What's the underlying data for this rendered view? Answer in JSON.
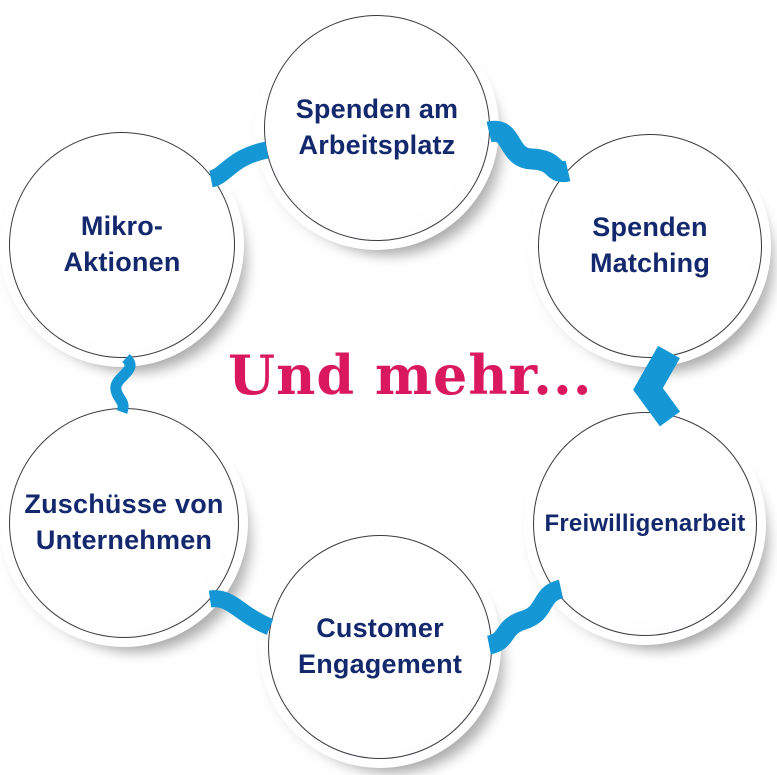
{
  "title": "Und mehr...",
  "colors": {
    "connector_blue": "#1497d4",
    "label_navy": "#14286e",
    "title_pink": "#da185f",
    "circle_fill": "#ffffff",
    "circle_outline": "#1c1c26"
  },
  "circles": [
    {
      "id": "spenden-am-arbeitsplatz",
      "label": "Spenden am\nArbeitsplatz"
    },
    {
      "id": "spenden-matching",
      "label": "Spenden\nMatching"
    },
    {
      "id": "freiwilligenarbeit",
      "label": "Freiwilligenarbeit"
    },
    {
      "id": "customer-engagement",
      "label": "Customer\nEngagement"
    },
    {
      "id": "zuschuesse-von-unternehmen",
      "label": "Zuschüsse von\nUnternehmen"
    },
    {
      "id": "mikro-aktionen",
      "label": "Mikro-\nAktionen"
    }
  ]
}
